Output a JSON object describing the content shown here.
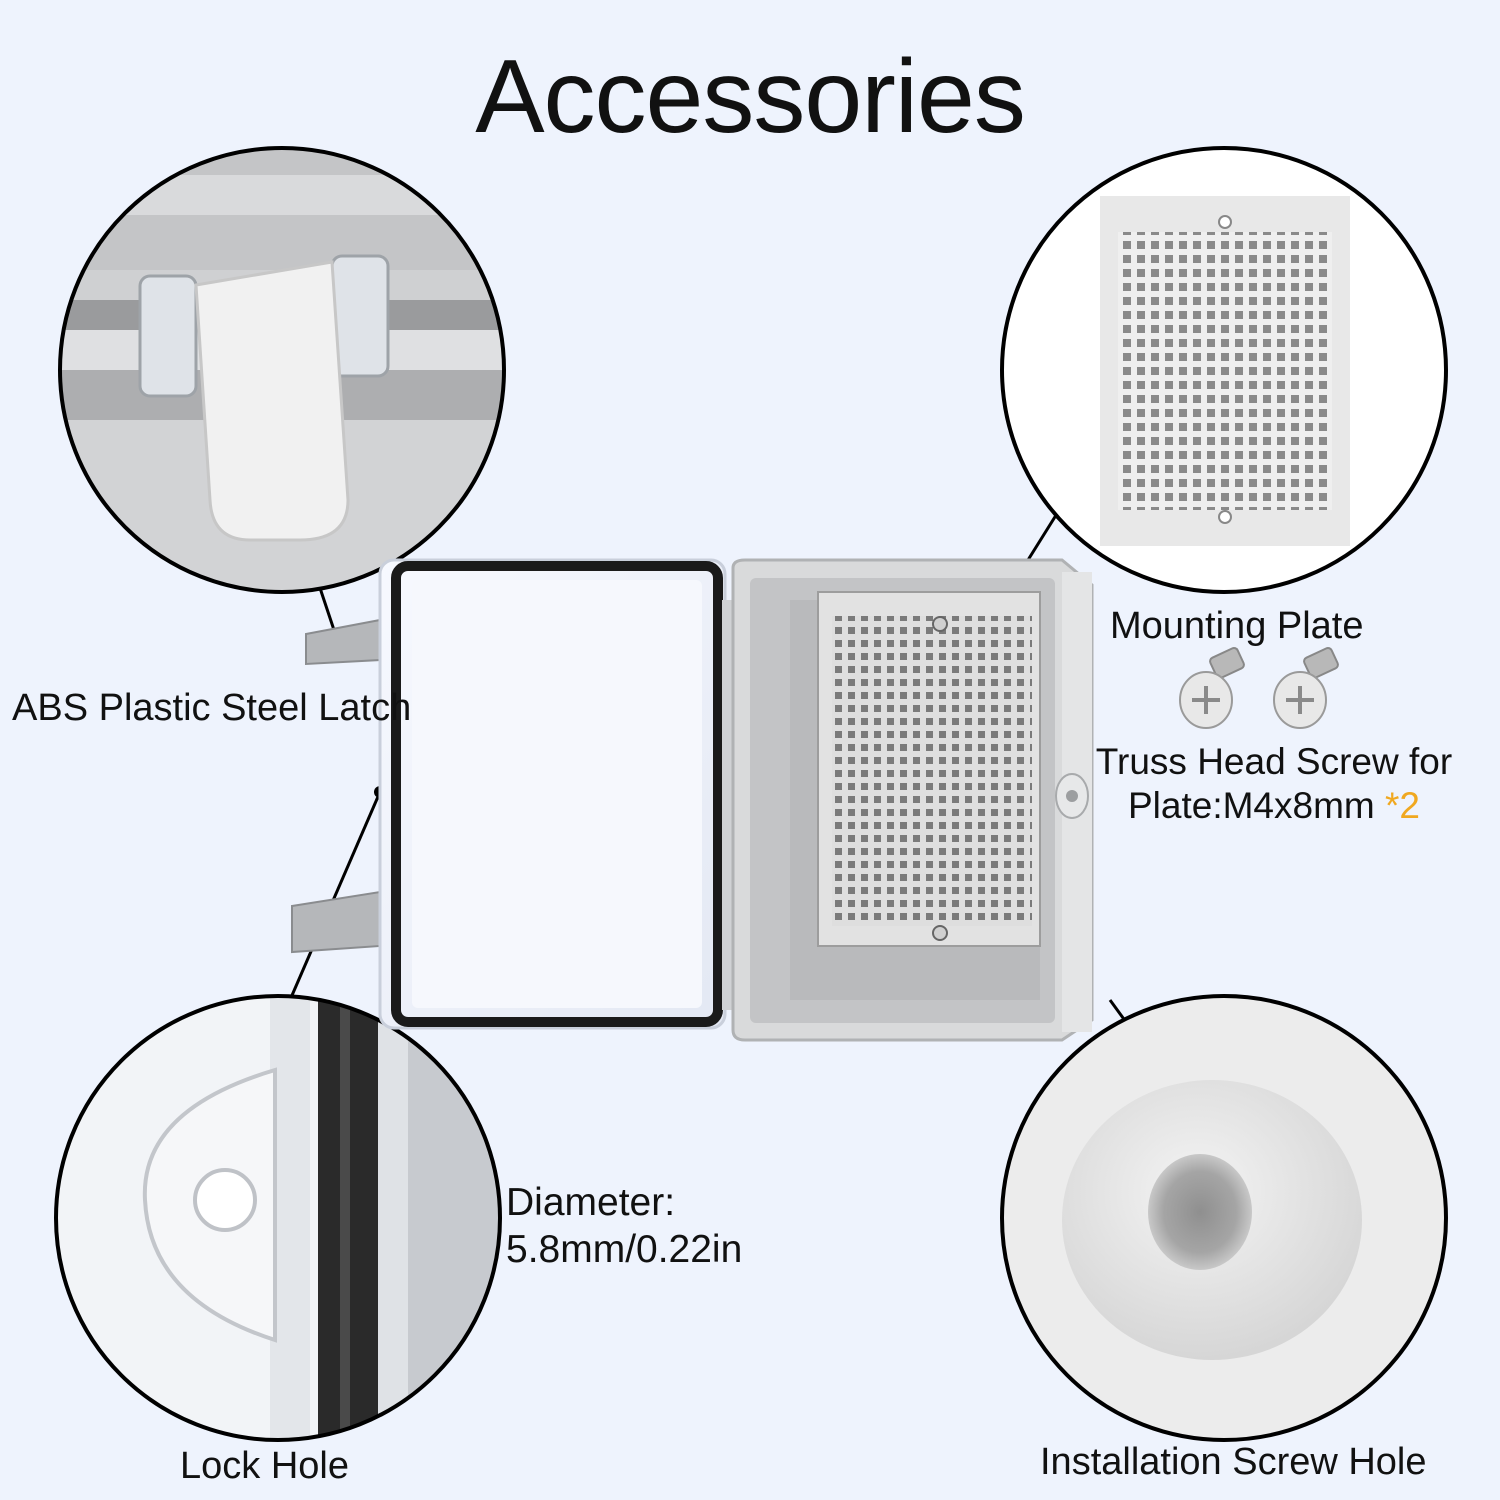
{
  "title": "Accessories",
  "labels": {
    "latch": "ABS Plastic Steel Latch",
    "mounting_plate": "Mounting Plate",
    "screw_line1": "Truss Head Screw for",
    "screw_line2": "Plate:M4x8mm",
    "screw_qty": "*2",
    "diameter_line1": "Diameter:",
    "diameter_line2": "5.8mm/0.22in",
    "lock_hole": "Lock Hole",
    "installation_hole": "Installation Screw Hole"
  },
  "colors": {
    "background": "#eef3fd",
    "accent_quantity": "#f0a820",
    "enclosure_gray": "#d9dadb",
    "gasket_black": "#1a1a1a"
  },
  "icons": [
    "latch-closeup",
    "mounting-plate-closeup",
    "lock-hole-closeup",
    "screw-hole-closeup",
    "screw-icon",
    "enclosure-product"
  ]
}
